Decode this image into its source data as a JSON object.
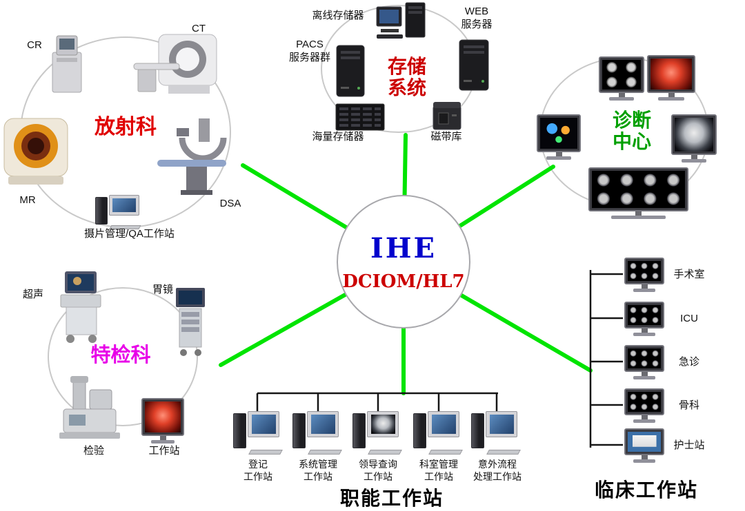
{
  "colors": {
    "link": "#00e400",
    "ring": "#c9c9c9",
    "radiology_title": "#e00000",
    "storage_title": "#cc0000",
    "diagnosis_title": "#00a000",
    "special_title": "#e800e8",
    "ihe": "#0000cc",
    "dciom": "#cc0000",
    "section_title": "#000000"
  },
  "center": {
    "name": "IHE",
    "standard": "DCIOM/HL7"
  },
  "radiology": {
    "title": "放射科",
    "cr": "CR",
    "ct": "CT",
    "mr": "MR",
    "dsa": "DSA",
    "qa_station": "摄片管理/QA工作站"
  },
  "storage": {
    "title": "存储\n系统",
    "offline": "离线存储器",
    "web_server": "WEB\n服务器",
    "pacs_servers": "PACS\n服务器群",
    "mass_storage": "海量存储器",
    "tape_library": "磁带库"
  },
  "diagnosis": {
    "title": "诊断\n中心"
  },
  "special": {
    "title": "特检科",
    "ultrasound": "超声",
    "gastroscope": "胃镜",
    "lab": "检验",
    "workstation": "工作站"
  },
  "functional": {
    "title": "职能工作站",
    "stations": [
      {
        "label": "登记\n工作站"
      },
      {
        "label": "系统管理\n工作站"
      },
      {
        "label": "领导查询\n工作站"
      },
      {
        "label": "科室管理\n工作站"
      },
      {
        "label": "意外流程\n处理工作站"
      }
    ]
  },
  "clinical": {
    "title": "临床工作站",
    "stations": [
      {
        "label": "手术室"
      },
      {
        "label": "ICU"
      },
      {
        "label": "急诊"
      },
      {
        "label": "骨科"
      },
      {
        "label": "护士站"
      }
    ]
  }
}
